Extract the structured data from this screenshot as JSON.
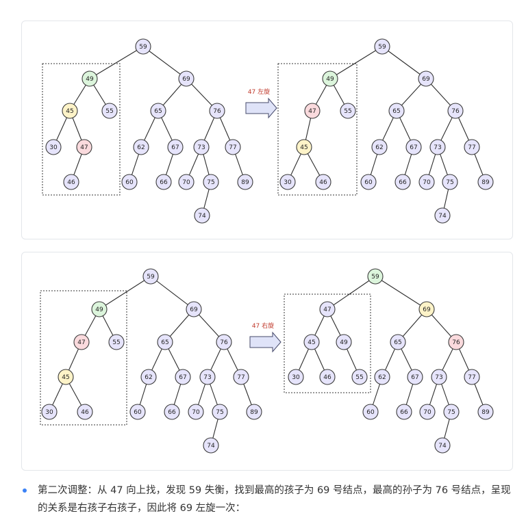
{
  "colors": {
    "default": "#e6e4fb",
    "green": "#dcf5dc",
    "yellow": "#fdf3c8",
    "red": "#fadadd"
  },
  "diagrams": [
    {
      "arrow_label": "47 左旋",
      "trees": [
        {
          "nodes": [
            {
              "id": "59",
              "label": "59",
              "color": "default"
            },
            {
              "id": "49",
              "label": "49",
              "color": "green"
            },
            {
              "id": "69",
              "label": "69",
              "color": "default"
            },
            {
              "id": "45",
              "label": "45",
              "color": "yellow"
            },
            {
              "id": "55",
              "label": "55",
              "color": "default"
            },
            {
              "id": "30",
              "label": "30",
              "color": "default"
            },
            {
              "id": "47",
              "label": "47",
              "color": "red"
            },
            {
              "id": "46",
              "label": "46",
              "color": "default"
            },
            {
              "id": "65",
              "label": "65",
              "color": "default"
            },
            {
              "id": "76",
              "label": "76",
              "color": "default"
            },
            {
              "id": "62",
              "label": "62",
              "color": "default"
            },
            {
              "id": "67",
              "label": "67",
              "color": "default"
            },
            {
              "id": "60",
              "label": "60",
              "color": "default"
            },
            {
              "id": "66",
              "label": "66",
              "color": "default"
            },
            {
              "id": "73",
              "label": "73",
              "color": "default"
            },
            {
              "id": "77",
              "label": "77",
              "color": "default"
            },
            {
              "id": "70",
              "label": "70",
              "color": "default"
            },
            {
              "id": "75",
              "label": "75",
              "color": "default"
            },
            {
              "id": "74",
              "label": "74",
              "color": "default"
            },
            {
              "id": "89",
              "label": "89",
              "color": "default"
            }
          ],
          "edges": [
            [
              "59",
              "49"
            ],
            [
              "59",
              "69"
            ],
            [
              "49",
              "45"
            ],
            [
              "49",
              "55"
            ],
            [
              "45",
              "30"
            ],
            [
              "45",
              "47"
            ],
            [
              "47",
              "46"
            ],
            [
              "69",
              "65"
            ],
            [
              "69",
              "76"
            ],
            [
              "65",
              "62"
            ],
            [
              "65",
              "67"
            ],
            [
              "62",
              "60"
            ],
            [
              "67",
              "66"
            ],
            [
              "76",
              "73"
            ],
            [
              "76",
              "77"
            ],
            [
              "73",
              "70"
            ],
            [
              "73",
              "75"
            ],
            [
              "75",
              "74"
            ],
            [
              "77",
              "89"
            ]
          ]
        },
        {
          "nodes": [
            {
              "id": "59",
              "label": "59",
              "color": "default"
            },
            {
              "id": "49",
              "label": "49",
              "color": "green"
            },
            {
              "id": "69",
              "label": "69",
              "color": "default"
            },
            {
              "id": "47",
              "label": "47",
              "color": "red"
            },
            {
              "id": "55",
              "label": "55",
              "color": "default"
            },
            {
              "id": "45",
              "label": "45",
              "color": "yellow"
            },
            {
              "id": "30",
              "label": "30",
              "color": "default"
            },
            {
              "id": "46",
              "label": "46",
              "color": "default"
            },
            {
              "id": "65",
              "label": "65",
              "color": "default"
            },
            {
              "id": "76",
              "label": "76",
              "color": "default"
            },
            {
              "id": "62",
              "label": "62",
              "color": "default"
            },
            {
              "id": "67",
              "label": "67",
              "color": "default"
            },
            {
              "id": "60",
              "label": "60",
              "color": "default"
            },
            {
              "id": "66",
              "label": "66",
              "color": "default"
            },
            {
              "id": "73",
              "label": "73",
              "color": "default"
            },
            {
              "id": "77",
              "label": "77",
              "color": "default"
            },
            {
              "id": "70",
              "label": "70",
              "color": "default"
            },
            {
              "id": "75",
              "label": "75",
              "color": "default"
            },
            {
              "id": "74",
              "label": "74",
              "color": "default"
            },
            {
              "id": "89",
              "label": "89",
              "color": "default"
            }
          ],
          "edges": [
            [
              "59",
              "49"
            ],
            [
              "59",
              "69"
            ],
            [
              "49",
              "47"
            ],
            [
              "49",
              "55"
            ],
            [
              "47",
              "45"
            ],
            [
              "45",
              "30"
            ],
            [
              "45",
              "46"
            ],
            [
              "69",
              "65"
            ],
            [
              "69",
              "76"
            ],
            [
              "65",
              "62"
            ],
            [
              "65",
              "67"
            ],
            [
              "62",
              "60"
            ],
            [
              "67",
              "66"
            ],
            [
              "76",
              "73"
            ],
            [
              "76",
              "77"
            ],
            [
              "73",
              "70"
            ],
            [
              "73",
              "75"
            ],
            [
              "75",
              "74"
            ],
            [
              "77",
              "89"
            ]
          ]
        }
      ]
    },
    {
      "arrow_label": "47 右旋",
      "trees": [
        {
          "nodes": [
            {
              "id": "59",
              "label": "59",
              "color": "default"
            },
            {
              "id": "49",
              "label": "49",
              "color": "green"
            },
            {
              "id": "69",
              "label": "69",
              "color": "default"
            },
            {
              "id": "47",
              "label": "47",
              "color": "red"
            },
            {
              "id": "55",
              "label": "55",
              "color": "default"
            },
            {
              "id": "45",
              "label": "45",
              "color": "yellow"
            },
            {
              "id": "30",
              "label": "30",
              "color": "default"
            },
            {
              "id": "46",
              "label": "46",
              "color": "default"
            },
            {
              "id": "65",
              "label": "65",
              "color": "default"
            },
            {
              "id": "76",
              "label": "76",
              "color": "default"
            },
            {
              "id": "62",
              "label": "62",
              "color": "default"
            },
            {
              "id": "67",
              "label": "67",
              "color": "default"
            },
            {
              "id": "60",
              "label": "60",
              "color": "default"
            },
            {
              "id": "66",
              "label": "66",
              "color": "default"
            },
            {
              "id": "73",
              "label": "73",
              "color": "default"
            },
            {
              "id": "77",
              "label": "77",
              "color": "default"
            },
            {
              "id": "70",
              "label": "70",
              "color": "default"
            },
            {
              "id": "75",
              "label": "75",
              "color": "default"
            },
            {
              "id": "74",
              "label": "74",
              "color": "default"
            },
            {
              "id": "89",
              "label": "89",
              "color": "default"
            }
          ],
          "edges": [
            [
              "59",
              "49"
            ],
            [
              "59",
              "69"
            ],
            [
              "49",
              "47"
            ],
            [
              "49",
              "55"
            ],
            [
              "47",
              "45"
            ],
            [
              "45",
              "30"
            ],
            [
              "45",
              "46"
            ],
            [
              "69",
              "65"
            ],
            [
              "69",
              "76"
            ],
            [
              "65",
              "62"
            ],
            [
              "65",
              "67"
            ],
            [
              "62",
              "60"
            ],
            [
              "67",
              "66"
            ],
            [
              "76",
              "73"
            ],
            [
              "76",
              "77"
            ],
            [
              "73",
              "70"
            ],
            [
              "73",
              "75"
            ],
            [
              "75",
              "74"
            ],
            [
              "77",
              "89"
            ]
          ]
        },
        {
          "nodes": [
            {
              "id": "59",
              "label": "59",
              "color": "green"
            },
            {
              "id": "47",
              "label": "47",
              "color": "default"
            },
            {
              "id": "69",
              "label": "69",
              "color": "yellow"
            },
            {
              "id": "45",
              "label": "45",
              "color": "default"
            },
            {
              "id": "49",
              "label": "49",
              "color": "default"
            },
            {
              "id": "30",
              "label": "30",
              "color": "default"
            },
            {
              "id": "46",
              "label": "46",
              "color": "default"
            },
            {
              "id": "55",
              "label": "55",
              "color": "default"
            },
            {
              "id": "65",
              "label": "65",
              "color": "default"
            },
            {
              "id": "76",
              "label": "76",
              "color": "red"
            },
            {
              "id": "62",
              "label": "62",
              "color": "default"
            },
            {
              "id": "67",
              "label": "67",
              "color": "default"
            },
            {
              "id": "60",
              "label": "60",
              "color": "default"
            },
            {
              "id": "66",
              "label": "66",
              "color": "default"
            },
            {
              "id": "73",
              "label": "73",
              "color": "default"
            },
            {
              "id": "77",
              "label": "77",
              "color": "default"
            },
            {
              "id": "70",
              "label": "70",
              "color": "default"
            },
            {
              "id": "75",
              "label": "75",
              "color": "default"
            },
            {
              "id": "74",
              "label": "74",
              "color": "default"
            },
            {
              "id": "89",
              "label": "89",
              "color": "default"
            }
          ],
          "edges": [
            [
              "59",
              "47"
            ],
            [
              "59",
              "69"
            ],
            [
              "47",
              "45"
            ],
            [
              "47",
              "49"
            ],
            [
              "45",
              "30"
            ],
            [
              "45",
              "46"
            ],
            [
              "49",
              "55"
            ],
            [
              "69",
              "65"
            ],
            [
              "69",
              "76"
            ],
            [
              "65",
              "62"
            ],
            [
              "65",
              "67"
            ],
            [
              "62",
              "60"
            ],
            [
              "67",
              "66"
            ],
            [
              "76",
              "73"
            ],
            [
              "76",
              "77"
            ],
            [
              "73",
              "70"
            ],
            [
              "73",
              "75"
            ],
            [
              "75",
              "74"
            ],
            [
              "77",
              "89"
            ]
          ]
        }
      ]
    }
  ],
  "bullet": {
    "text": "第二次调整：从 47 向上找，发现 59 失衡，找到最高的孩子为 69 号结点，最高的孙子为 76 号结点，呈现的关系是右孩子右孩子，因此将 69 左旋一次："
  }
}
